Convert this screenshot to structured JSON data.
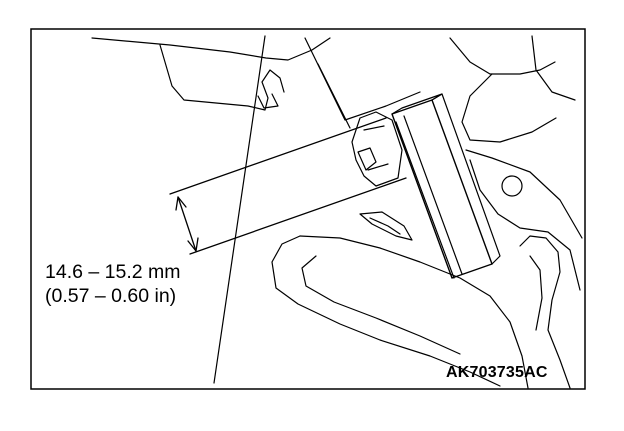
{
  "dimension": {
    "metric": "14.6 – 15.2 mm",
    "imperial": "(0.57 – 0.60 in)"
  },
  "figure_code": "AK703735AC",
  "colors": {
    "line": "#000000",
    "background": "#ffffff"
  }
}
